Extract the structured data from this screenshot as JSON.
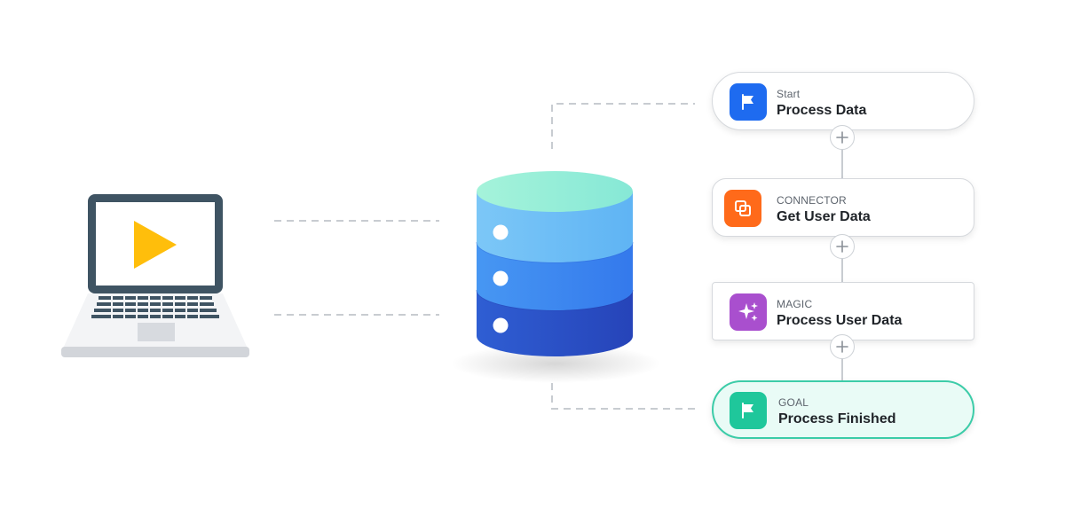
{
  "steps": [
    {
      "kind": "Start",
      "name": "Process Data",
      "icon": "flag-icon",
      "color": "#1e6bf0"
    },
    {
      "kind": "CONNECTOR",
      "name": "Get User Data",
      "icon": "connector-icon",
      "color": "#ff6a1a"
    },
    {
      "kind": "MAGIC",
      "name": "Process User Data",
      "icon": "sparkle-icon",
      "color": "#a94fce"
    },
    {
      "kind": "GOAL",
      "name": "Process Finished",
      "icon": "flag-icon",
      "color": "#1fc79b"
    }
  ],
  "icons": {
    "device": "laptop-icon",
    "media": "play-icon",
    "storage": "database-icon",
    "add": "plus-icon"
  },
  "colors": {
    "laptop_frame": "#3f5463",
    "play": "#ffbe0b",
    "db_top": "#9bf0d6",
    "db_middle": "#3c86f2",
    "db_bottom": "#2a50c6",
    "goal_border": "#3ccca8",
    "goal_fill": "#e9fbf6",
    "connector_line": "#c8ccd1"
  }
}
